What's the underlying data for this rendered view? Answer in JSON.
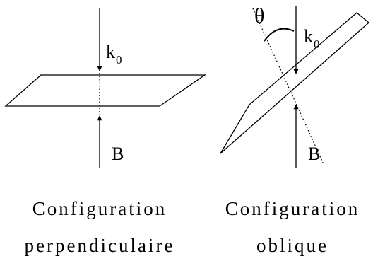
{
  "panels": [
    {
      "name": "perpendicular",
      "beam_label": "k",
      "beam_label_subscript": "0",
      "field_label": "B",
      "caption_line1": "Configuration",
      "caption_line2": "perpendiculaire"
    },
    {
      "name": "oblique",
      "angle_label": "θ",
      "beam_label": "k",
      "beam_label_subscript": "0",
      "field_label": "B",
      "caption_line1": "Configuration",
      "caption_line2": "oblique"
    }
  ],
  "colors": {
    "stroke": "#000000",
    "background": "#ffffff"
  }
}
